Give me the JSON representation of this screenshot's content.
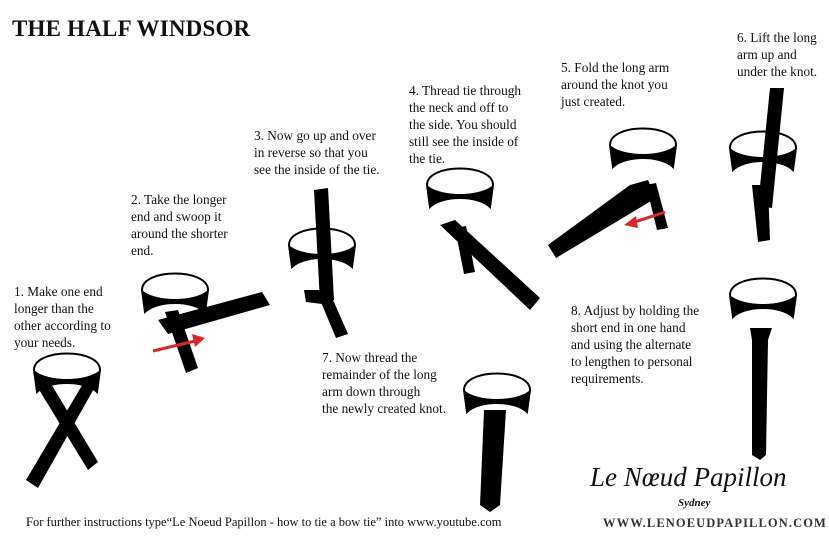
{
  "title": "THE HALF WINDSOR",
  "steps": [
    {
      "lines": [
        "1. Make one end",
        "longer than the",
        "other according to",
        "your needs."
      ]
    },
    {
      "lines": [
        "2. Take the longer",
        "end and swoop it",
        "around the shorter",
        "end."
      ]
    },
    {
      "lines": [
        "3. Now go up and over",
        "in reverse so that you",
        "see the inside of the tie."
      ]
    },
    {
      "lines": [
        "4. Thread tie through",
        "the neck and off to",
        "the side. You should",
        "still see the inside of",
        "the tie."
      ]
    },
    {
      "lines": [
        "5. Fold the long arm",
        "around the knot you",
        "just created."
      ]
    },
    {
      "lines": [
        "6. Lift the long",
        "arm up and",
        "under the knot."
      ]
    },
    {
      "lines": [
        "7. Now thread the",
        "remainder of the long",
        "arm down through",
        "the newly created knot."
      ]
    },
    {
      "lines": [
        "8. Adjust by holding the",
        "short end in one hand",
        "and using the alternate",
        "to lengthen to personal",
        "requirements."
      ]
    }
  ],
  "footer": "For further instructions type“Le Noeud Papillon - how to tie a bow tie” into www.youtube.com",
  "logo": {
    "name": "Le Nœud Papillon",
    "city": "Sydney"
  },
  "website": "WWW.LENOEUDPAPILLON.COM",
  "colors": {
    "tie": "#0a0a0a",
    "arrow": "#d9262b"
  }
}
